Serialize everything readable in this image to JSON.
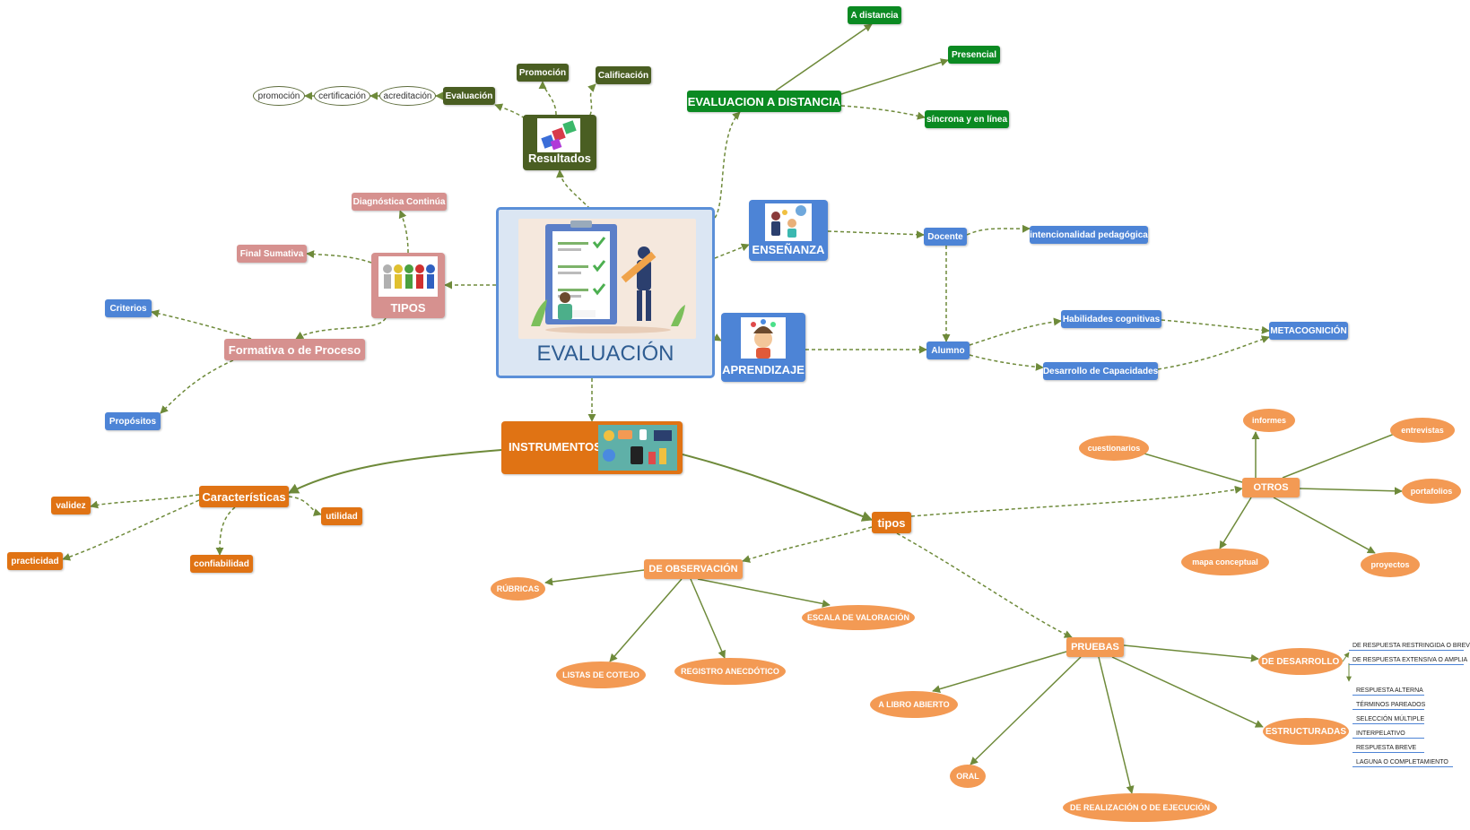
{
  "central": {
    "label": "EVALUACIÓN"
  },
  "nodes": {
    "resultados": "Resultados",
    "promocion_main": "Promoción",
    "calificacion": "Calificación",
    "evaluacion_small": "Evaluación",
    "promocion": "promoción",
    "certificacion": "certificación",
    "acreditacion": "acreditación",
    "eval_distancia": "EVALUACION A DISTANCIA",
    "a_distancia": "A distancia",
    "presencial": "Presencial",
    "sincrona": "síncrona y en línea",
    "ensenanza": "ENSEÑANZA",
    "docente": "Docente",
    "intencionalidad": "intencionalidad pedagógica",
    "aprendizaje": "APRENDIZAJE",
    "alumno": "Alumno",
    "habilidades": "Habilidades cognitivas",
    "desarrollo_cap": "Desarrollo de Capacidades",
    "metacognicion": "METACOGNICIÓN",
    "tipos": "TIPOS",
    "diagnostica": "Diagnóstica Continúa",
    "final_sumativa": "Final Sumativa",
    "formativa": "Formativa o de Proceso",
    "criterios": "Criterios",
    "propositos": "Propósitos",
    "instrumentos": "INSTRUMENTOS",
    "caracteristicas": "Características",
    "validez": "validez",
    "utilidad": "utilidad",
    "practicidad": "practicidad",
    "confiabilidad": "confiabilidad",
    "tipos2": "tipos",
    "de_observacion": "DE OBSERVACIÓN",
    "rubricas": "RÚBRICAS",
    "escala": "ESCALA DE VALORACIÓN",
    "listas": "LISTAS DE COTEJO",
    "registro": "REGISTRO ANECDÓTICO",
    "pruebas": "PRUEBAS",
    "a_libro": "A LIBRO ABIERTO",
    "oral": "ORAL",
    "realizacion": "DE REALIZACIÓN O DE EJECUCIÓN",
    "de_desarrollo": "DE DESARROLLO",
    "estructuradas": "ESTRUCTURADAS",
    "otros": "OTROS",
    "informes": "informes",
    "entrevistas": "entrevistas",
    "cuestionarios": "cuestionarios",
    "portafolios": "portafolios",
    "mapa": "mapa conceptual",
    "proyectos": "proyectos"
  },
  "desarrollo_items": [
    "DE RESPUESTA RESTRINGIDA O BREVE",
    "DE RESPUESTA EXTENSIVA O AMPLIA"
  ],
  "estructuradas_items": [
    "RESPUESTA ALTERNA",
    "TÉRMINOS PAREADOS",
    "SELECCIÓN MÚLTIPLE",
    "INTERPELATIVO",
    "RESPUESTA BREVE",
    "LAGUNA O COMPLETAMIENTO"
  ],
  "colors": {
    "olive": "#4a5e22",
    "green": "#0b8a22",
    "blue": "#4d84d6",
    "pink": "#d6918f",
    "orange": "#e07314",
    "light_orange": "#f39a54",
    "connector": "#6e8a3a",
    "central_border": "#5b8fd8",
    "central_title": "#2f5d92"
  }
}
